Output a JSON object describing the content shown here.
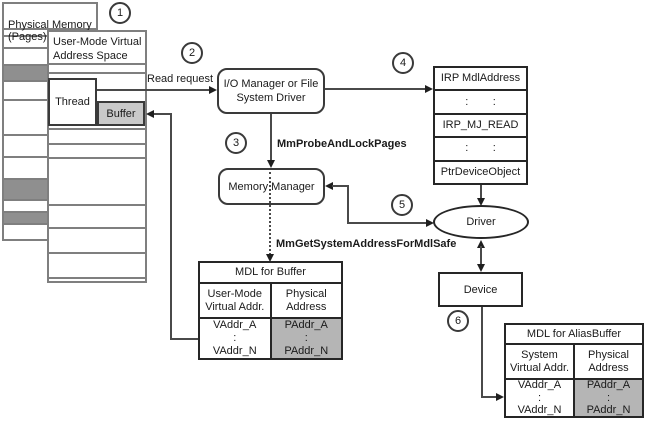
{
  "physical_memory": {
    "label": "Physical Memory\n(Pages)"
  },
  "user_mode": {
    "title": "User-Mode Virtual\nAddress Space",
    "thread_label": "Thread",
    "buffer_label": "Buffer"
  },
  "labels": {
    "read_request": "Read request",
    "mm_probe": "MmProbeAndLockPages",
    "mm_get": "MmGetSystemAddressForMdlSafe"
  },
  "nodes": {
    "io_manager": "I/O Manager or File\nSystem Driver",
    "memory_manager": "Memory Manager",
    "driver": "Driver",
    "device": "Device"
  },
  "irp_table": {
    "rows": [
      "IRP MdlAddress",
      ":        :",
      "IRP_MJ_READ",
      ":        :",
      "PtrDeviceObject"
    ]
  },
  "mdl_buffer": {
    "title": "MDL for Buffer",
    "col_headers": [
      "User-Mode\nVirtual Addr.",
      "Physical\nAddress"
    ],
    "cells": [
      "VAddr_A\n:\nVAddr_N",
      "PAddr_A\n:\nPAddr_N"
    ]
  },
  "mdl_alias": {
    "title": "MDL for AliasBuffer",
    "col_headers": [
      "System\nVirtual Addr.",
      "Physical\nAddress"
    ],
    "cells": [
      "VAddr_A\n:\nVAddr_N",
      "PAddr_A\n:\nPAddr_N"
    ]
  },
  "step_badges": [
    "1",
    "2",
    "3",
    "4",
    "5",
    "6"
  ],
  "colors": {
    "page_frame_dark": "#8f8f8f",
    "buffer_fill": "#c9c9c9",
    "paddr_cell_fill": "#b5b5b5",
    "structure_gray": "#7f7f7f",
    "node_border": "#3a3a3a",
    "table_border": "#262626"
  }
}
